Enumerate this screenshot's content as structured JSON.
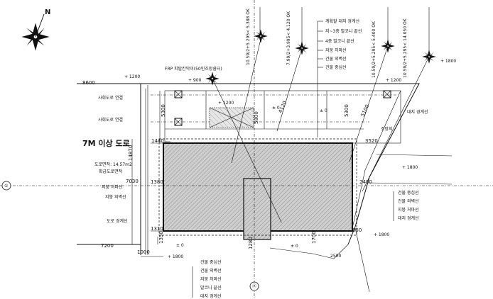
{
  "road_label": "7M 이상 도로",
  "dimensions": {
    "top_width": "8600",
    "left_side": "14870",
    "left_mid": "7030",
    "left_bottom": "7200",
    "bottom_left": "1000",
    "setback_top_left": "1440",
    "setback_top_right": "3520",
    "setback_mid_left": "1380",
    "setback_mid_right": "2480",
    "setback_bottom_left": "1310",
    "bottom_1350": "1350",
    "bottom_1280": "1280",
    "bottom_1700": "1700",
    "bottom_850": "850",
    "v_5300_left": "5300",
    "v_5300_right": "5300",
    "v_5800": "5800",
    "v_4120": "4120",
    "v_5100": "5100",
    "level_1200_a": "+ 1200",
    "level_900": "+ 900",
    "level_1200_b": "+ 1200",
    "level_1200_c": "+ 1200",
    "level_0_a": "± 0",
    "level_0_b": "± 0",
    "level_1800_a": "+ 1800",
    "level_1800_b": "+ 1800",
    "level_1800_c": "+ 1800",
    "level_1800_d": "+ 1800",
    "level_0_c": "± 0",
    "level_0_d": "± 0",
    "level_2500": "2500"
  },
  "slant_labels": [
    "10.59/2+5.295< 5.388 OK",
    "7.99/2+3.995< 4.120 OK",
    "10.59/2+5.295< 5.400 OK",
    "10.59/2+5.295< 14.050 OK"
  ],
  "top_legend": [
    "계획할 대지 경계선",
    "지~3층 발코니 끝선",
    "4층 발코니 끝선",
    "지붕 처마선",
    "건물 외벽선",
    "건물 중심선"
  ],
  "right_legend": [
    "건물 중심선",
    "건물 외벽선",
    "지붕 처마선",
    "대지 경계선"
  ],
  "bottom_legend": [
    "건물 중심선",
    "건물 외벽선",
    "지붕 처마선",
    "발코니 끝선",
    "대지 경계선"
  ],
  "left_labels": {
    "adjacent_line_top": "사회도로 연결",
    "adjacent_line_mid": "사회도로 연결",
    "road_area": "도로면적: 14.57m2",
    "road_note": "확급도로면적",
    "roof_line": "지붕 처마선",
    "wall_line": "지붕 외벽선",
    "road_boundary": "도로 경계선"
  },
  "frp_label": "FRP 피탑칸막이(50인조망쉼터)",
  "boundary_label": "대지 경계선",
  "slope_label": "조망지",
  "north_label": "N"
}
